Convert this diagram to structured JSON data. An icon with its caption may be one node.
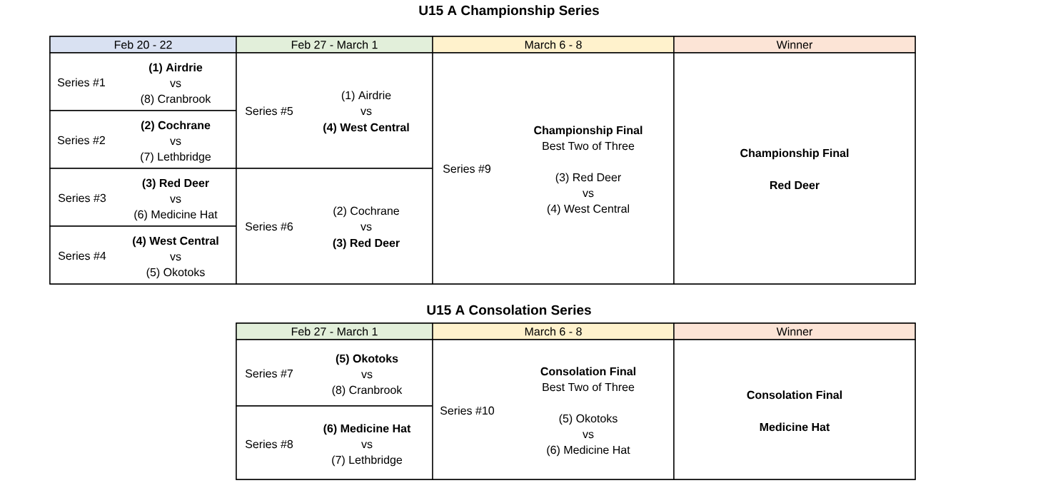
{
  "diagram": {
    "nodes": [
      {
        "text": [
          "U15 A Championship Series"
        ]
      },
      {
        "text": [
          "Feb 20 - 22"
        ],
        "in": 0
      },
      {
        "text": [
          "Feb 27 - March 1"
        ],
        "in": 0
      },
      {
        "text": [
          "March 6 - 8"
        ],
        "in": 0
      },
      {
        "text": [
          "Winner"
        ],
        "in": 0
      },
      {
        "text": [
          "Series #1",
          "(1) Airdrie",
          "vs",
          "(8) Cranbrook"
        ],
        "in": 0
      },
      {
        "text": [
          "Series #2",
          "(2) Cochrane",
          "vs",
          "(7) Lethbridge"
        ],
        "in": 0
      },
      {
        "text": [
          "Series #3",
          "(3) Red Deer",
          "vs",
          "(6) Medicine Hat"
        ],
        "in": 0
      },
      {
        "text": [
          "Series #4",
          "(4) West Central",
          "vs",
          "(5) Okotoks"
        ],
        "in": 0
      },
      {
        "text": [
          "Series #5",
          "(1) Airdrie",
          "vs",
          "(4) West Central"
        ],
        "in": 0
      },
      {
        "text": [
          "Series #6",
          "(2) Cochrane",
          "vs",
          "(3) Red Deer"
        ],
        "in": 0
      },
      {
        "text": [
          "Series #9",
          "Championship Final",
          "Best Two of Three",
          "(3) Red Deer",
          "vs",
          "(4) West Central"
        ],
        "in": 0
      },
      {
        "text": [
          "Championship Final",
          "Red Deer"
        ],
        "in": 0
      },
      {
        "text": [
          "U15 A Consolation Series"
        ]
      },
      {
        "text": [
          "Feb 27 - March 1"
        ],
        "in": 13
      },
      {
        "text": [
          "March 6 - 8"
        ],
        "in": 13
      },
      {
        "text": [
          "Winner"
        ],
        "in": 13
      },
      {
        "text": [
          "Series #7",
          "(5) Okotoks",
          "vs",
          "(8) Cranbrook"
        ],
        "in": 13
      },
      {
        "text": [
          "Series #8",
          "(6) Medicine Hat",
          "vs",
          "(7) Lethbridge"
        ],
        "in": 13
      },
      {
        "text": [
          "Series #10",
          "Consolation Final",
          "Best Two of Three",
          "(5) Okotoks",
          "vs",
          "(6) Medicine Hat"
        ],
        "in": 13
      },
      {
        "text": [
          "Consolation Final",
          "Medicine Hat"
        ],
        "in": 13
      }
    ]
  }
}
